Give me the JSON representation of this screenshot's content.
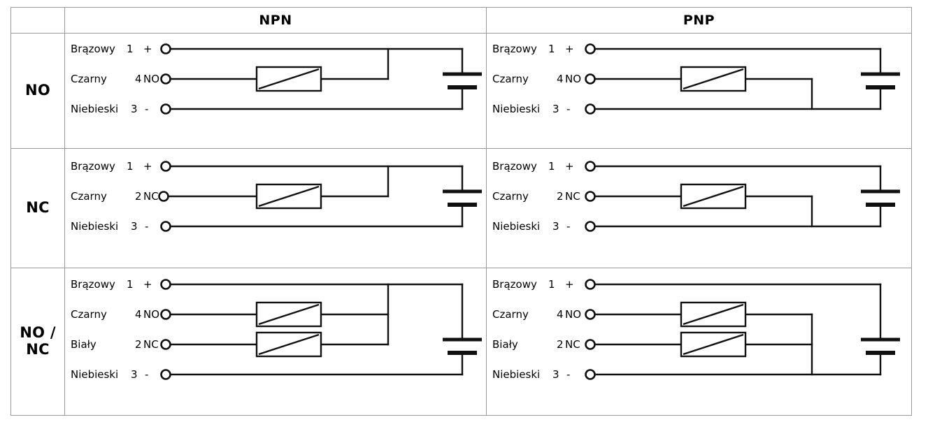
{
  "table": {
    "columns": [
      {
        "key": "mode",
        "label": ""
      },
      {
        "key": "npn",
        "label": "NPN"
      },
      {
        "key": "pnp",
        "label": "PNP"
      }
    ],
    "rows": [
      {
        "mode_label": "NO",
        "mode_lines": [
          "NO"
        ],
        "npn": {
          "type": "npn",
          "terminals": [
            {
              "color": "Brązowy",
              "pin": "1",
              "mark": "+",
              "role": "supply-positive"
            },
            {
              "color": "Czarny",
              "pin": "4",
              "mark": "NO",
              "role": "output"
            },
            {
              "color": "Niebieski",
              "pin": "3",
              "mark": "-",
              "role": "supply-negative"
            }
          ],
          "loads": 1,
          "bus_connects_to": "positive"
        },
        "pnp": {
          "type": "pnp",
          "terminals": [
            {
              "color": "Brązowy",
              "pin": "1",
              "mark": "+",
              "role": "supply-positive"
            },
            {
              "color": "Czarny",
              "pin": "4",
              "mark": "NO",
              "role": "output"
            },
            {
              "color": "Niebieski",
              "pin": "3",
              "mark": "-",
              "role": "supply-negative"
            }
          ],
          "loads": 1,
          "bus_connects_to": "negative"
        }
      },
      {
        "mode_label": "NC",
        "mode_lines": [
          "NC"
        ],
        "npn": {
          "type": "npn",
          "terminals": [
            {
              "color": "Brązowy",
              "pin": "1",
              "mark": "+",
              "role": "supply-positive"
            },
            {
              "color": "Czarny",
              "pin": "2",
              "mark": "NC",
              "role": "output"
            },
            {
              "color": "Niebieski",
              "pin": "3",
              "mark": "-",
              "role": "supply-negative"
            }
          ],
          "loads": 1,
          "bus_connects_to": "positive"
        },
        "pnp": {
          "type": "pnp",
          "terminals": [
            {
              "color": "Brązowy",
              "pin": "1",
              "mark": "+",
              "role": "supply-positive"
            },
            {
              "color": "Czarny",
              "pin": "2",
              "mark": "NC",
              "role": "output"
            },
            {
              "color": "Niebieski",
              "pin": "3",
              "mark": "-",
              "role": "supply-negative"
            }
          ],
          "loads": 1,
          "bus_connects_to": "negative"
        }
      },
      {
        "mode_label": "NO / NC",
        "mode_lines": [
          "NO /",
          "NC"
        ],
        "npn": {
          "type": "npn",
          "terminals": [
            {
              "color": "Brązowy",
              "pin": "1",
              "mark": "+",
              "role": "supply-positive"
            },
            {
              "color": "Czarny",
              "pin": "4",
              "mark": "NO",
              "role": "output"
            },
            {
              "color": "Biały",
              "pin": "2",
              "mark": "NC",
              "role": "output"
            },
            {
              "color": "Niebieski",
              "pin": "3",
              "mark": "-",
              "role": "supply-negative"
            }
          ],
          "loads": 2,
          "bus_connects_to": "positive"
        },
        "pnp": {
          "type": "pnp",
          "terminals": [
            {
              "color": "Brązowy",
              "pin": "1",
              "mark": "+",
              "role": "supply-positive"
            },
            {
              "color": "Czarny",
              "pin": "4",
              "mark": "NO",
              "role": "output"
            },
            {
              "color": "Biały",
              "pin": "2",
              "mark": "NC",
              "role": "output"
            },
            {
              "color": "Niebieski",
              "pin": "3",
              "mark": "-",
              "role": "supply-negative"
            }
          ],
          "loads": 2,
          "bus_connects_to": "negative"
        }
      }
    ]
  },
  "symbols": {
    "load_box": "load-symbol",
    "battery": "battery-symbol",
    "terminal": "terminal-circle"
  },
  "colors": {
    "wire": "#111111",
    "border": "#9a9a9a",
    "background": "#ffffff",
    "text": "#000000"
  },
  "labels": {
    "r0_npn": {
      "t0": {
        "color": "Brązowy",
        "pin": "1",
        "mark": "+"
      },
      "t1": {
        "color": "Czarny",
        "pin": "4",
        "mark": "NO"
      },
      "t2": {
        "color": "Niebieski",
        "pin": "3",
        "mark": "-"
      }
    },
    "r0_pnp": {
      "t0": {
        "color": "Brązowy",
        "pin": "1",
        "mark": "+"
      },
      "t1": {
        "color": "Czarny",
        "pin": "4",
        "mark": "NO"
      },
      "t2": {
        "color": "Niebieski",
        "pin": "3",
        "mark": "-"
      }
    },
    "r1_npn": {
      "t0": {
        "color": "Brązowy",
        "pin": "1",
        "mark": "+"
      },
      "t1": {
        "color": "Czarny",
        "pin": "2",
        "mark": "NC"
      },
      "t2": {
        "color": "Niebieski",
        "pin": "3",
        "mark": "-"
      }
    },
    "r1_pnp": {
      "t0": {
        "color": "Brązowy",
        "pin": "1",
        "mark": "+"
      },
      "t1": {
        "color": "Czarny",
        "pin": "2",
        "mark": "NC"
      },
      "t2": {
        "color": "Niebieski",
        "pin": "3",
        "mark": "-"
      }
    },
    "r2_npn": {
      "t0": {
        "color": "Brązowy",
        "pin": "1",
        "mark": "+"
      },
      "t1": {
        "color": "Czarny",
        "pin": "4",
        "mark": "NO"
      },
      "t2": {
        "color": "Biały",
        "pin": "2",
        "mark": "NC"
      },
      "t3": {
        "color": "Niebieski",
        "pin": "3",
        "mark": "-"
      }
    },
    "r2_pnp": {
      "t0": {
        "color": "Brązowy",
        "pin": "1",
        "mark": "+"
      },
      "t1": {
        "color": "Czarny",
        "pin": "4",
        "mark": "NO"
      },
      "t2": {
        "color": "Biały",
        "pin": "2",
        "mark": "NC"
      },
      "t3": {
        "color": "Niebieski",
        "pin": "3",
        "mark": "-"
      }
    }
  }
}
